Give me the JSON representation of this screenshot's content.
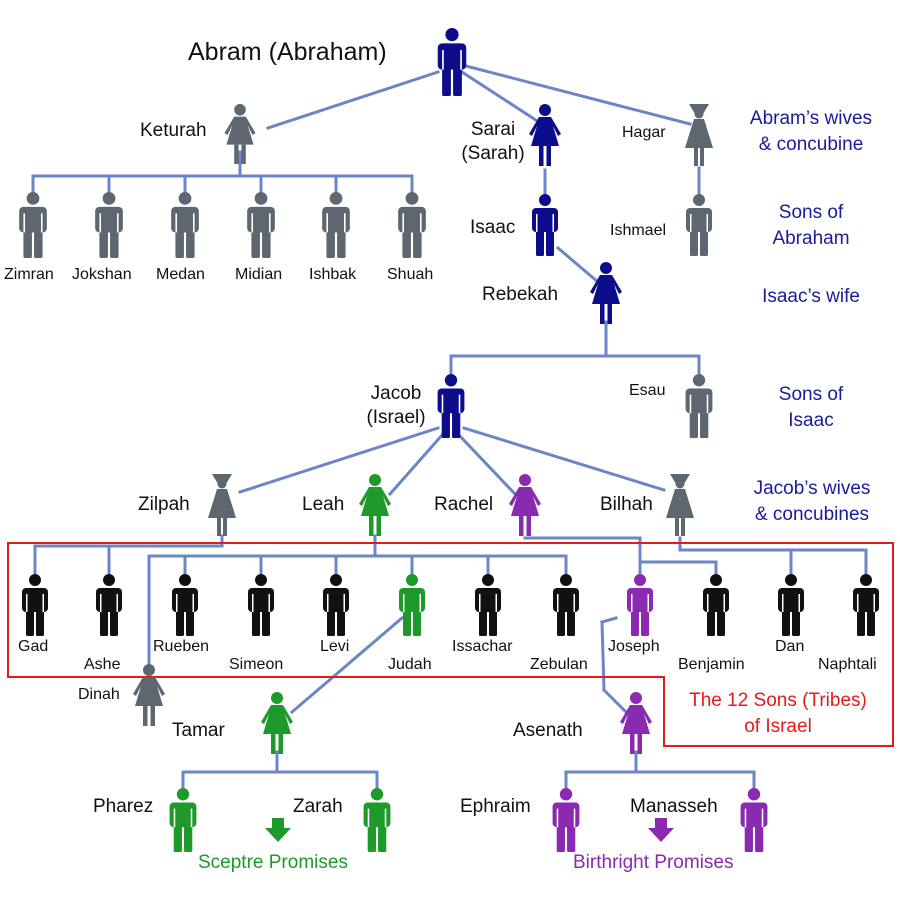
{
  "colors": {
    "line": "#6b85c9",
    "dark_blue": "#0d0d8c",
    "gray": "#5e6670",
    "black": "#111111",
    "green": "#1e9a2a",
    "purple": "#8a2ab0",
    "red": "#e21b1b"
  },
  "people": {
    "abram": "Abram (Abraham)",
    "keturah": "Keturah",
    "sarai_1": "Sarai",
    "sarai_2": "(Sarah)",
    "hagar": "Hagar",
    "zimran": "Zimran",
    "jokshan": "Jokshan",
    "medan": "Medan",
    "midian": "Midian",
    "ishbak": "Ishbak",
    "shuah": "Shuah",
    "isaac": "Isaac",
    "ishmael": "Ishmael",
    "rebekah": "Rebekah",
    "jacob_1": "Jacob",
    "jacob_2": "(Israel)",
    "esau": "Esau",
    "zilpah": "Zilpah",
    "leah": "Leah",
    "rachel": "Rachel",
    "bilhah": "Bilhah",
    "gad": "Gad",
    "ashe": "Ashe",
    "rueben": "Rueben",
    "simeon": "Simeon",
    "levi": "Levi",
    "judah": "Judah",
    "issachar": "Issachar",
    "zebulan": "Zebulan",
    "joseph": "Joseph",
    "benjamin": "Benjamin",
    "dan": "Dan",
    "naphtali": "Naphtali",
    "dinah": "Dinah",
    "tamar": "Tamar",
    "asenath": "Asenath",
    "pharez": "Pharez",
    "zarah": "Zarah",
    "ephraim": "Ephraim",
    "manasseh": "Manasseh"
  },
  "side_labels": {
    "wives_1": "Abram’s wives",
    "wives_2": "& concubine",
    "sons_abraham_1": "Sons of",
    "sons_abraham_2": "Abraham",
    "isaacs_wife": "Isaac’s wife",
    "sons_isaac_1": "Sons of",
    "sons_isaac_2": "Isaac",
    "jacobs_wives_1": "Jacob’s wives",
    "jacobs_wives_2": "& concubines",
    "tribes_1": "The 12 Sons (Tribes)",
    "tribes_2": "of Israel"
  },
  "promises": {
    "sceptre": "Sceptre Promises",
    "birthright": "Birthright Promises"
  }
}
